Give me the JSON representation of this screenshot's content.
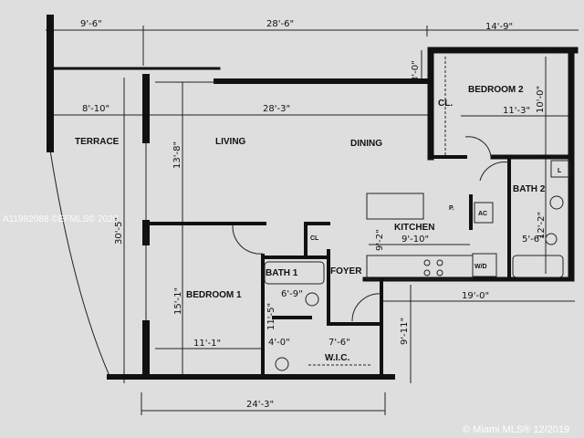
{
  "rooms": {
    "terrace": "TERRACE",
    "living": "LIVING",
    "dining": "DINING",
    "bedroom2": "BEDROOM 2",
    "closet2": "CL.",
    "bath2": "BATH 2",
    "linen": "L",
    "kitchen": "KITCHEN",
    "pantry": "P.",
    "ac": "AC",
    "washer_dryer": "W/D",
    "bath1": "BATH 1",
    "foyer": "FOYER",
    "closet_foyer": "CL",
    "bedroom1": "BEDROOM 1",
    "wic": "W.I.C."
  },
  "dimensions": {
    "top_terrace": "9'-6\"",
    "top_main": "28'-6\"",
    "top_bedroom2": "14'-9\"",
    "offset": "3'-0\"",
    "terrace_width": "8'-10\"",
    "living_dining_width": "28'-3\"",
    "living_depth": "13'-8\"",
    "overall_depth": "30'-5\"",
    "bedroom2_width": "11'-3\"",
    "bedroom2_depth": "10'-0\"",
    "bath2_depth": "12'-2\"",
    "bath2_width": "5'-6\"",
    "kitchen_width": "9'-10\"",
    "kitchen_depth": "9'-2\"",
    "bedroom1_depth": "15'-1\"",
    "bedroom1_width": "11'-1\"",
    "bath1_width": "6'-9\"",
    "bath1_depth": "11'-5\"",
    "vanity_width": "4'-0\"",
    "wic_width": "7'-6\"",
    "right_wing_width": "19'-0\"",
    "right_wing_depth": "9'-11\"",
    "bottom_width": "24'-3\""
  },
  "watermarks": {
    "listing": "A11982088 ©EFMLS© 2020",
    "mls": "© Miami MLS® 12/2019"
  }
}
